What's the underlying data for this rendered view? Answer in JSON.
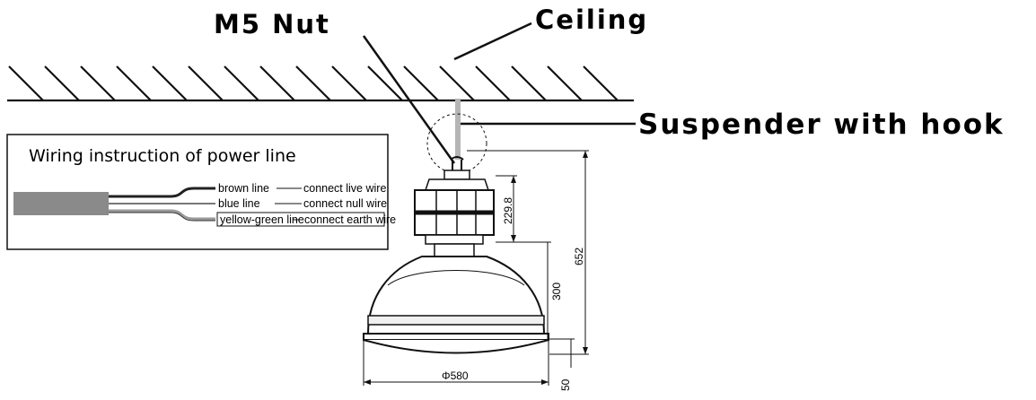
{
  "labels": {
    "m5_nut": "M5 Nut",
    "ceiling": "Ceiling",
    "suspender": "Suspender with hook"
  },
  "wiring": {
    "title": "Wiring instruction of power line",
    "lines": [
      {
        "name": "brown line",
        "connector": "connect live wire",
        "color": "#222222"
      },
      {
        "name": "blue line",
        "connector": "connect null wire",
        "color": "#777777"
      },
      {
        "name": "yellow-green line",
        "connector": "connect earth wire",
        "color": "#999999"
      }
    ]
  },
  "dimensions": {
    "top_height": "229.8",
    "total_height": "652",
    "shade_height": "300",
    "diameter": "Φ580",
    "lens_height": "50"
  },
  "colors": {
    "ink": "#111111",
    "cable_gray": "#8a8a8a",
    "suspender_gray": "#b5b5b5"
  }
}
